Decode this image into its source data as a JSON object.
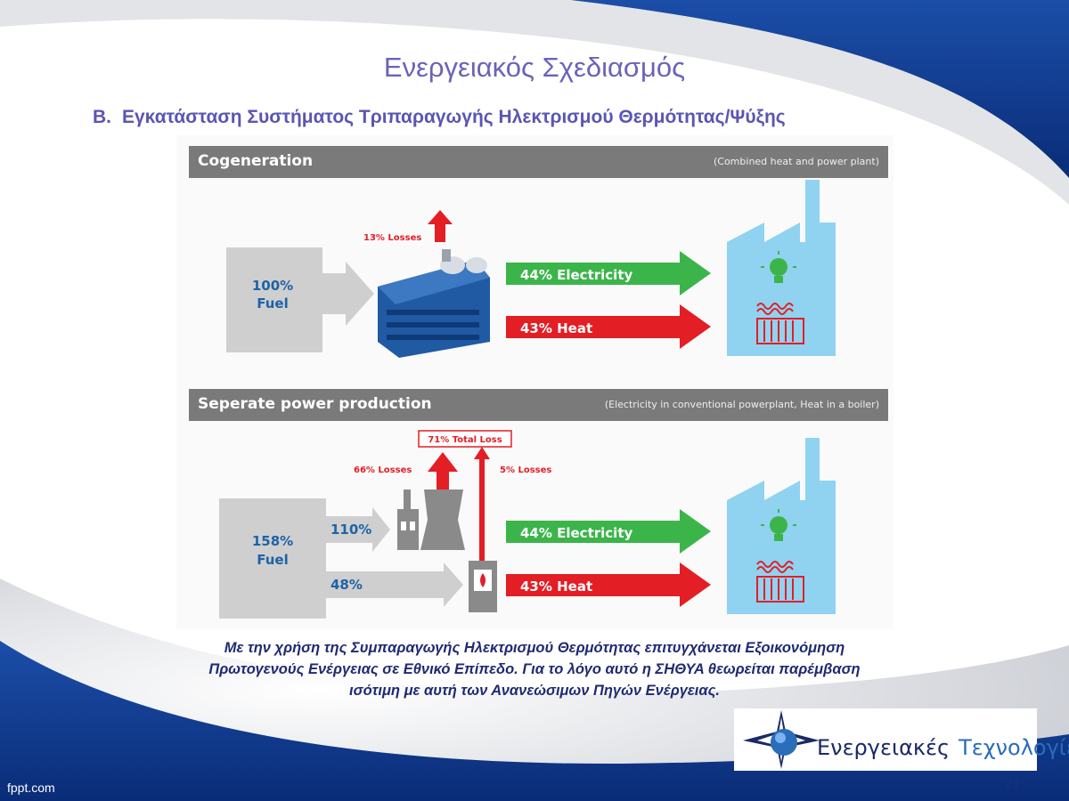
{
  "slide": {
    "title": "Ενεργειακός Σχεδιασμός",
    "subtitle_num": "B.",
    "subtitle": "Εγκατάσταση Συστήματος Τριπαραγωγής Ηλεκτρισμού Θερμότητας/Ψύξης",
    "note_lines": [
      "Με την χρήση της Συμπαραγωγής Ηλεκτρισμού Θερμότητας επιτυγχάνεται Εξοικονόμηση",
      "Πρωτογενούς Ενέργειας σε Εθνικό Επίπεδο. Για το λόγο αυτό η ΣΗΘΥΑ θεωρείται παρέμβαση",
      "ισότιμη με αυτή των Ανανεώσιμων Πηγών Ενέργειας."
    ],
    "footer_brand": "fppt.com",
    "page_number": "21"
  },
  "logo": {
    "word1": "Ενεργειακές",
    "word2": "Τεχνολογίες"
  },
  "colors": {
    "title": "#6a63b9",
    "bar": "#7a7a7a",
    "fuel_box": "#cfcfcf",
    "electricity": "#3bb54a",
    "heat": "#e31e25",
    "factory": "#8fd3f0",
    "bulb": "#3bb54a"
  },
  "diagram": {
    "cogeneration": {
      "title": "Cogeneration",
      "subtitle": "(Combined heat and power plant)",
      "fuel_pct": "100%",
      "fuel_label": "Fuel",
      "losses": "13% Losses",
      "electricity": "44% Electricity",
      "heat": "43% Heat"
    },
    "separate": {
      "title": "Seperate power production",
      "subtitle": "(Electricity in conventional powerplant, Heat in a boiler)",
      "fuel_pct": "158%",
      "fuel_label": "Fuel",
      "to_plant": "110%",
      "to_boiler": "48%",
      "total_loss": "71% Total Loss",
      "plant_losses": "66% Losses",
      "boiler_losses": "5% Losses",
      "electricity": "44% Electricity",
      "heat": "43% Heat"
    }
  }
}
